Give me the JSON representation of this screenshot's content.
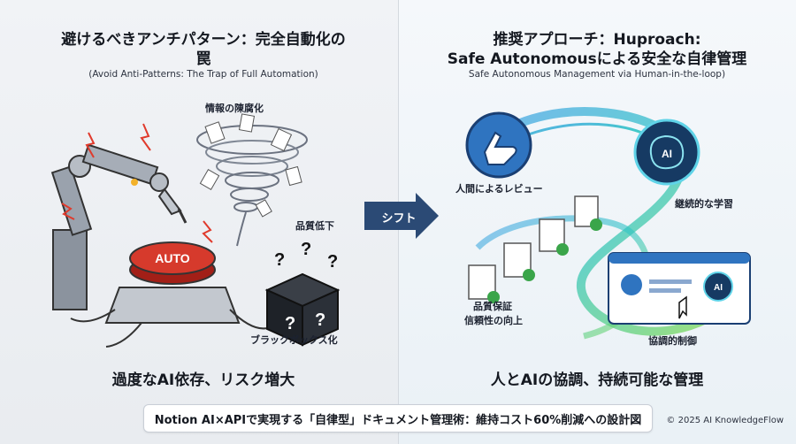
{
  "left": {
    "title_line1": "避けるべきアンチパターン：完全自動化の",
    "title_line2": "罠",
    "subtitle": "(Avoid Anti-Patterns: The Trap of Full Automation)",
    "labels": {
      "info": "情報の陳腐化",
      "quality": "品質低下",
      "blackbox": "ブラックボックス化",
      "button": "AUTO"
    },
    "caption": "過度なAI依存、リスク増大"
  },
  "shift_label": "シフト",
  "right": {
    "title_line1": "推奨アプローチ：Huproach:",
    "title_line2": "Safe Autonomousによる安全な自律管理",
    "subtitle": "Safe Autonomous Management via Human-in-the-loop)",
    "labels": {
      "review": "人間によるレビュー",
      "learning": "継続的な学習",
      "qa_line1": "品質保証",
      "qa_line2": "信頼性の向上",
      "control": "協調的制御",
      "ai_badge": "AI",
      "ai_badge2": "AI"
    },
    "caption": "人とAIの協調、持続可能な管理"
  },
  "banner": "Notion AI×APIで実現する「自律型」ドキュメント管理術：維持コスト60%削減への設計図",
  "copyright": "© 2025 AI KnowledgeFlow",
  "colors": {
    "accent_blue": "#1f4f8f",
    "arrow": "#2b4a75",
    "auto_red": "#d63a2c",
    "check_green": "#3aa54a",
    "flow_teal": "#2fc4c4"
  }
}
